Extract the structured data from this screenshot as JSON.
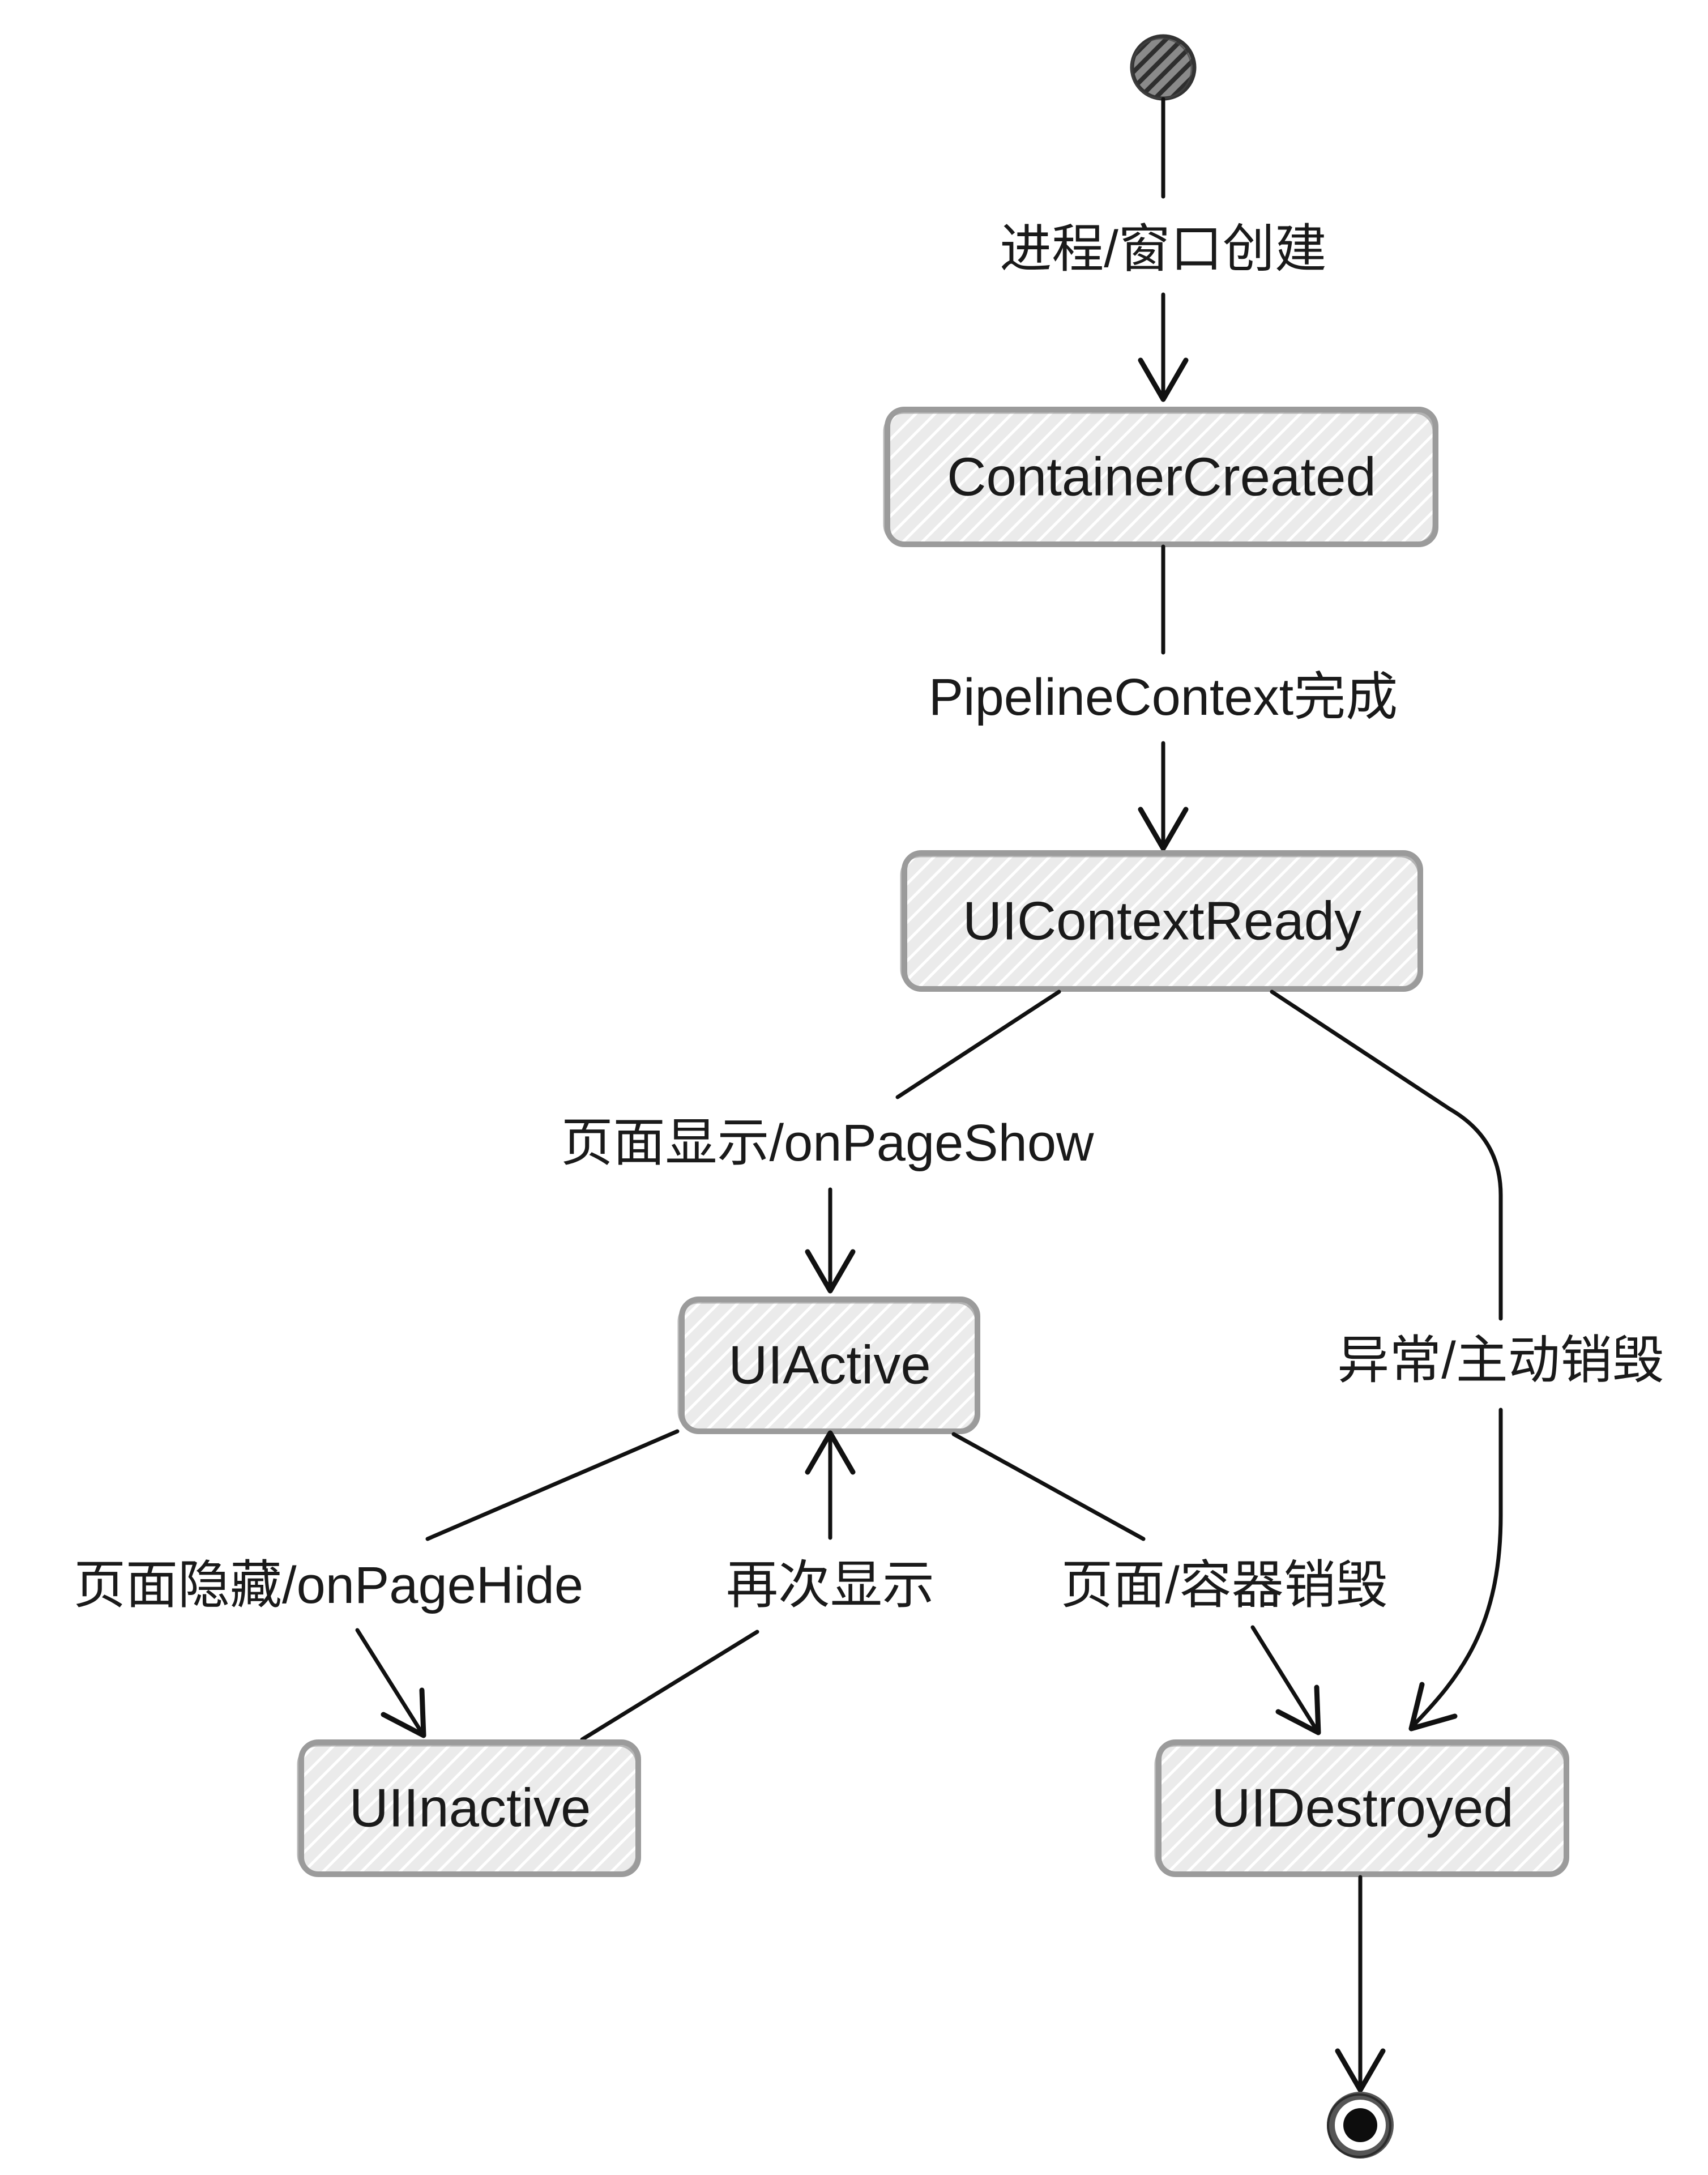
{
  "states": {
    "container_created": "ContainerCreated",
    "ui_context_ready": "UIContextReady",
    "ui_active": "UIActive",
    "ui_inactive": "UIInactive",
    "ui_destroyed": "UIDestroyed"
  },
  "transitions": {
    "create": "进程/窗口创建",
    "pipeline_done": "PipelineContext完成",
    "page_show": "页面显示/onPageShow",
    "abnormal_destroy": "异常/主动销毁",
    "page_hide": "页面隐藏/onPageHide",
    "reshow": "再次显示",
    "container_destroy": "页面/容器销毁"
  },
  "colors": {
    "state_fill": "#ebebeb",
    "state_border": "#9b9b9b",
    "line": "#111111"
  }
}
